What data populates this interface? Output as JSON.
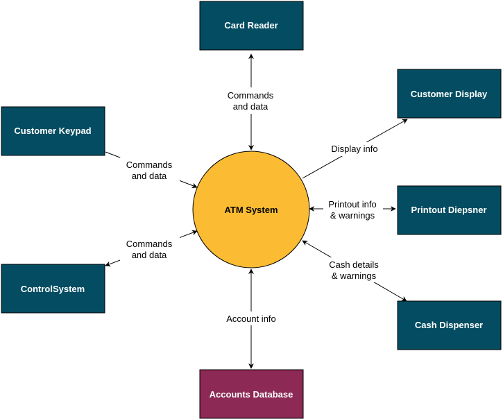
{
  "colors": {
    "external_entity": "#034c61",
    "database": "#8c2955",
    "center": "#fbbc33",
    "line": "#000000"
  },
  "center": {
    "label": "ATM System"
  },
  "nodes": {
    "card_reader": "Card Reader",
    "customer_display": "Customer Display",
    "customer_keypad": "Customer Keypad",
    "printout_dispenser": "Printout Diepsner",
    "control_system": "ControlSystem",
    "cash_dispenser": "Cash Dispenser",
    "accounts_database": "Accounts Database"
  },
  "edges": {
    "card_reader": [
      "Commands",
      "and data"
    ],
    "customer_keypad": [
      "Commands",
      "and data"
    ],
    "control_system": [
      "Commands",
      "and data"
    ],
    "customer_display": [
      "Display info"
    ],
    "printout_dispenser": [
      "Printout info",
      "& warnings"
    ],
    "cash_dispenser": [
      "Cash details",
      "& warnings"
    ],
    "accounts_database": [
      "Account info"
    ]
  }
}
